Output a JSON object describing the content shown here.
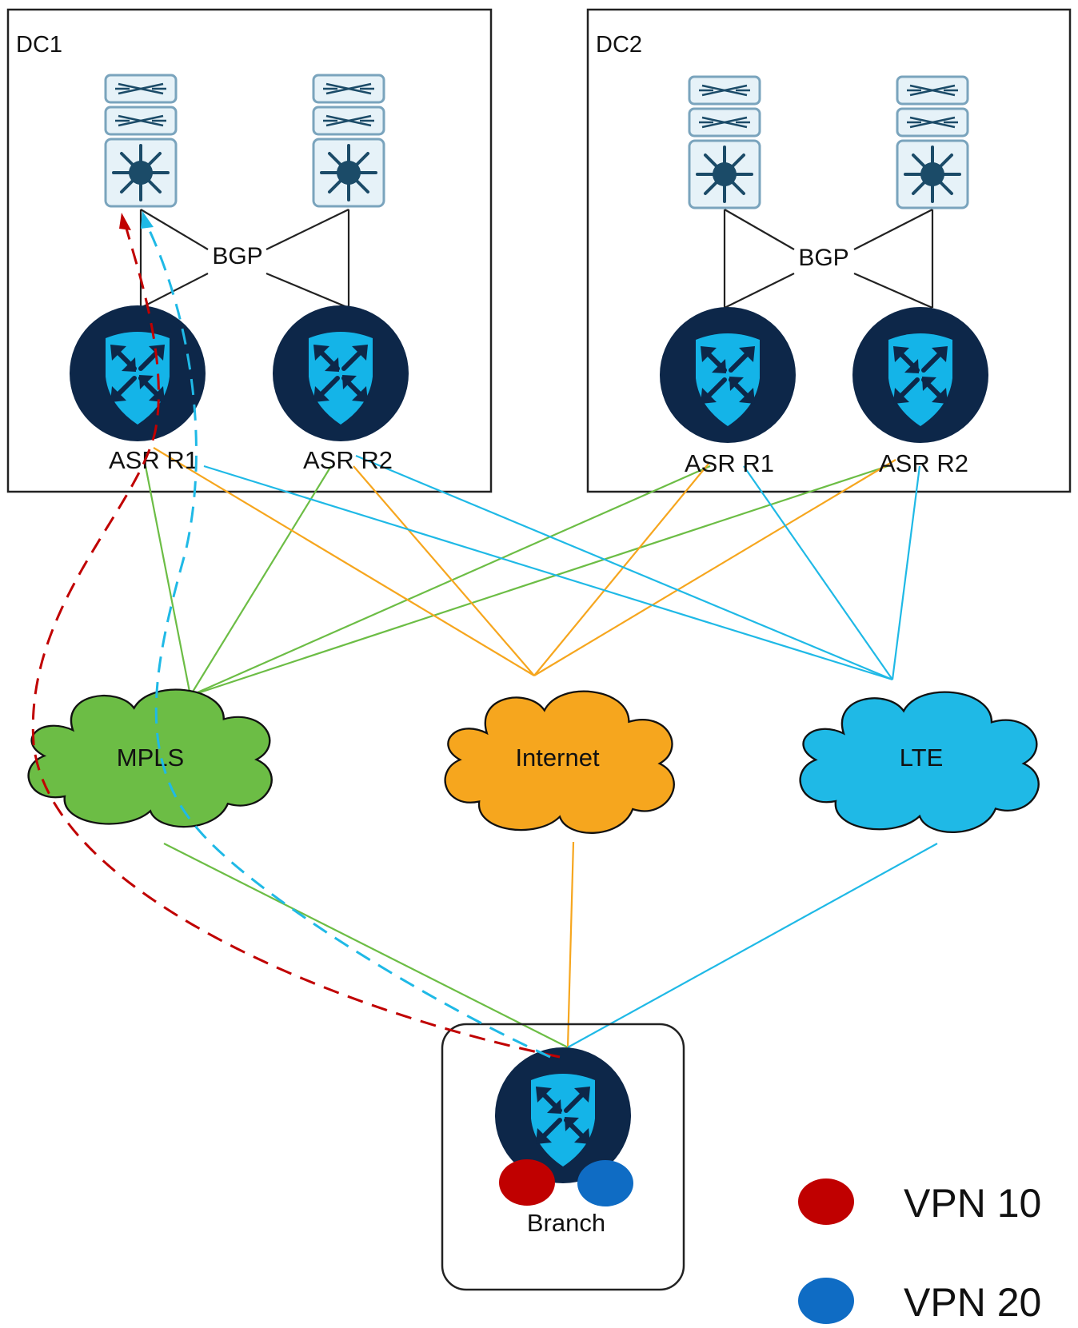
{
  "colors": {
    "mpls": "#6cbd45",
    "internet": "#f6a61e",
    "lte": "#1fb9e6",
    "vpn10": "#c00000",
    "vpn20": "#0f6cc4",
    "router_dark": "#0d2749",
    "router_shield": "#14b4e8",
    "switch_bg": "#e6f2f8",
    "switch_border": "#7aa4bd",
    "switch_icon": "#1b4b68"
  },
  "datacenters": [
    {
      "label": "DC1",
      "bgp_label": "BGP",
      "routers": [
        "ASR R1",
        "ASR R2"
      ]
    },
    {
      "label": "DC2",
      "bgp_label": "BGP",
      "routers": [
        "ASR R1",
        "ASR R2"
      ]
    }
  ],
  "clouds": [
    {
      "id": "mpls",
      "label": "MPLS"
    },
    {
      "id": "internet",
      "label": "Internet"
    },
    {
      "id": "lte",
      "label": "LTE"
    }
  ],
  "branch": {
    "label": "Branch"
  },
  "legend": [
    {
      "label": "VPN 10",
      "color": "#c00000"
    },
    {
      "label": "VPN 20",
      "color": "#0f6cc4"
    }
  ],
  "icons": {
    "switch": "layer3-switch-icon",
    "router": "secure-router-icon",
    "cloud": "cloud-icon"
  }
}
